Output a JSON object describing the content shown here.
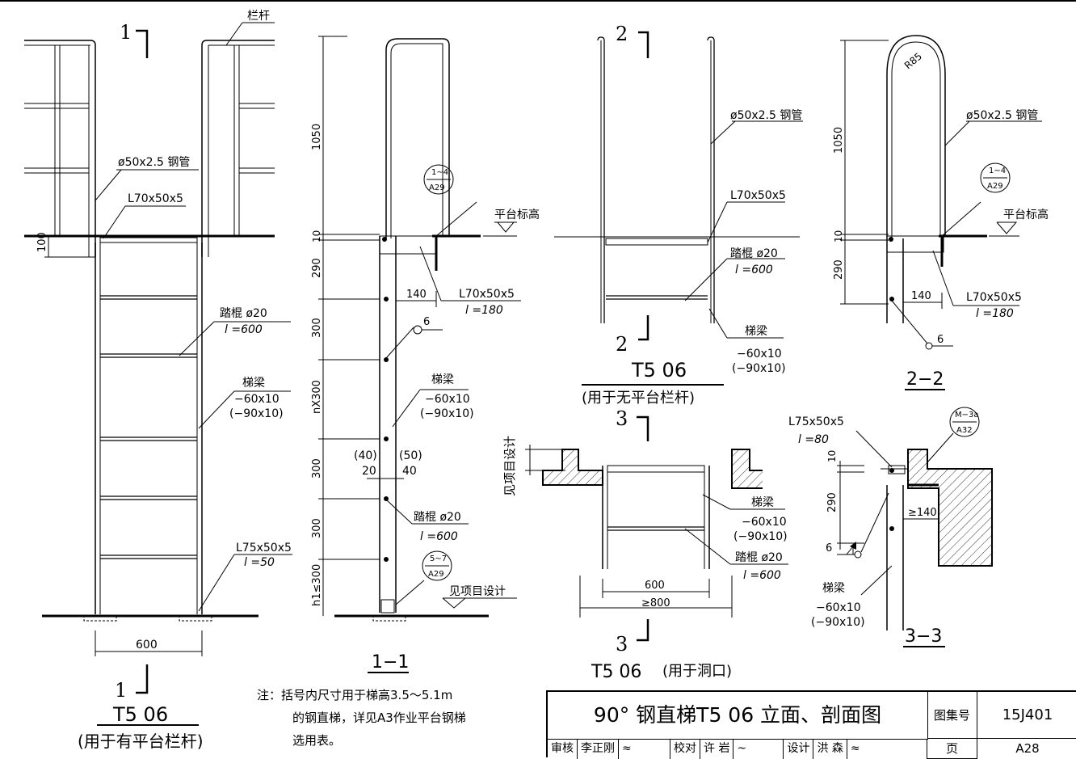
{
  "drawing_1": {
    "mark": "1",
    "label_railing": "栏杆",
    "label_pipe": "ø50x2.5 钢管",
    "label_angle": "L70x50x5",
    "dim_100": "100",
    "label_rung": "踏棍 ø20",
    "label_rung_l": "l =600",
    "label_beam": "梯梁",
    "label_beam_dim1": "−60x10",
    "label_beam_dim2": "(−90x10)",
    "label_angle2": "L75x50x5",
    "label_angle2_l": "l =50",
    "dim_600": "600",
    "code": "T5 06",
    "caption": "(用于有平台栏杆)"
  },
  "section_1_1": {
    "title": "1−1",
    "dims": [
      "1050",
      "10",
      "290",
      "300",
      "nX300",
      "300",
      "300",
      "h1≤300"
    ],
    "dim_140": "140",
    "weld_6": "6",
    "ref_top_num": "1∼4",
    "ref_top_den": "A29",
    "label_platform_elev": "平台标高",
    "label_angle": "L70x50x5",
    "label_angle_l": "l =180",
    "label_beam": "梯梁",
    "label_beam_dim1": "−60x10",
    "label_beam_dim2": "(−90x10)",
    "pair_a1": "(40)",
    "pair_a2": "20",
    "pair_b1": "(50)",
    "pair_b2": "40",
    "label_rung": "踏棍 ø20",
    "label_rung_l": "l =600",
    "ref_bot_num": "5∼7",
    "ref_bot_den": "A29",
    "label_see_project": "见项目设计"
  },
  "drawing_2": {
    "mark": "2",
    "label_pipe": "ø50x2.5 钢管",
    "label_angle": "L70x50x5",
    "label_rung": "踏棍 ø20",
    "label_rung_l": "l =600",
    "label_beam": "梯梁",
    "label_beam_dim1": "−60x10",
    "label_beam_dim2": "(−90x10)",
    "code": "T5 06",
    "caption": "(用于无平台栏杆)"
  },
  "section_2_2": {
    "title": "2−2",
    "radius": "R85",
    "label_pipe": "ø50x2.5 钢管",
    "ref_num": "1∼4",
    "ref_den": "A29",
    "label_platform_elev": "平台标高",
    "dims": [
      "1050",
      "10",
      "290"
    ],
    "dim_140": "140",
    "label_angle": "L70x50x5",
    "label_angle_l": "l =180",
    "weld_6": "6"
  },
  "drawing_3": {
    "mark": "3",
    "label_see_project": "见项目设计",
    "label_beam": "梯梁",
    "label_beam_dim1": "−60x10",
    "label_beam_dim2": "(−90x10)",
    "label_rung": "踏棍 ø20",
    "label_rung_l": "l =600",
    "dim_600": "600",
    "dim_800": "≥800",
    "code": "T5 06",
    "caption": "(用于洞口)"
  },
  "section_3_3": {
    "title": "3−3",
    "label_angle": "L75x50x5",
    "label_angle_l": "l =80",
    "ref_num": "M−3a",
    "ref_den": "A32",
    "dims": [
      "10",
      "290"
    ],
    "dim_140": "≥140",
    "weld_6": "6",
    "label_beam": "梯梁",
    "label_beam_dim1": "−60x10",
    "label_beam_dim2": "(−90x10)"
  },
  "note": {
    "line1": "注：括号内尺寸用于梯高3.5～5.1m",
    "line2": "的钢直梯，详见A3作业平台钢梯",
    "line3": "选用表。"
  },
  "title_block": {
    "title": "90° 钢直梯T5 06 立面、剖面图",
    "atlas_label": "图集号",
    "atlas_no": "15J401",
    "page_label": "页",
    "page_no": "A28",
    "review_label": "审核",
    "review_name": "李正刚",
    "check_label": "校对",
    "check_name": "许 岩",
    "design_label": "设计",
    "design_name": "洪 森"
  }
}
